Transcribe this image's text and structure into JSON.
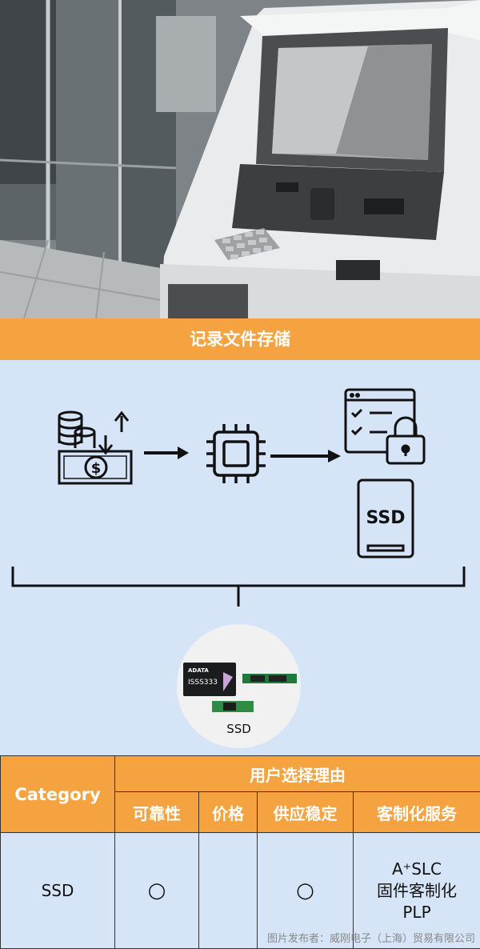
{
  "banner": {
    "title": "记录文件存储"
  },
  "diagram": {
    "ssd_icon_label": "SSD",
    "product_caption": "SSD",
    "product_brand": "ADATA",
    "product_model": "ISSS333"
  },
  "table": {
    "category_header": "Category",
    "reasons_header": "用户选择理由",
    "columns": [
      "可靠性",
      "价格",
      "供应稳定",
      "客制化服务"
    ],
    "rows": [
      {
        "category": "SSD",
        "cells": [
          "○",
          "",
          "○",
          ""
        ],
        "custom_service": [
          "A⁺SLC",
          "固件客制化",
          "PLP"
        ]
      }
    ]
  },
  "credit": "图片发布者：威刚电子（上海）贸易有限公司",
  "colors": {
    "accent": "#f5a341",
    "panel": "#d6e4f8"
  }
}
